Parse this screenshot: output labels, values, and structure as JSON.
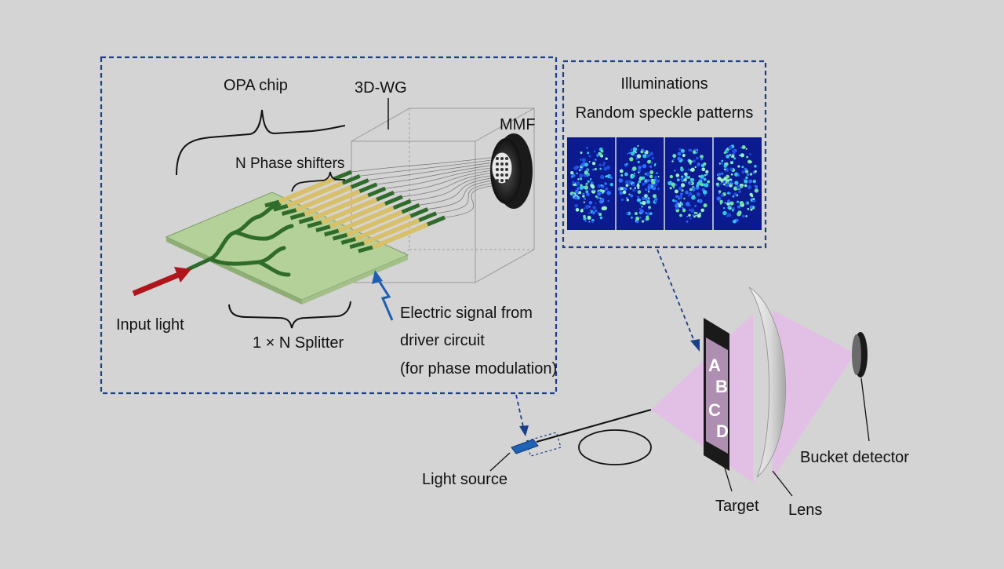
{
  "labels": {
    "opa_chip": "OPA chip",
    "wg3d": "3D-WG",
    "mmf": "MMF",
    "phase_shifters": "N Phase shifters",
    "input_light": "Input light",
    "splitter": "1 × N Splitter",
    "electric_1": "Electric signal from",
    "electric_2": "driver circuit",
    "electric_3": "(for phase modulation)",
    "illum_1": "Illuminations",
    "illum_2": "Random speckle patterns",
    "light_source": "Light source",
    "target": "Target",
    "lens": "Lens",
    "bucket": "Bucket detector",
    "letter_a": "A",
    "letter_b": "B",
    "letter_c": "C",
    "letter_d": "D"
  },
  "colors": {
    "background": "#d4d4d4",
    "frame": "#1c3f8a",
    "chip": "#b5d19a",
    "waveguide": "#2f6b2a",
    "shifter": "#d8c06a",
    "arrow_input": "#b0151b",
    "arrow_signal": "#1f5fb0",
    "beam": "#e8b8ec",
    "speckle_bg": "#0b1a8f"
  }
}
